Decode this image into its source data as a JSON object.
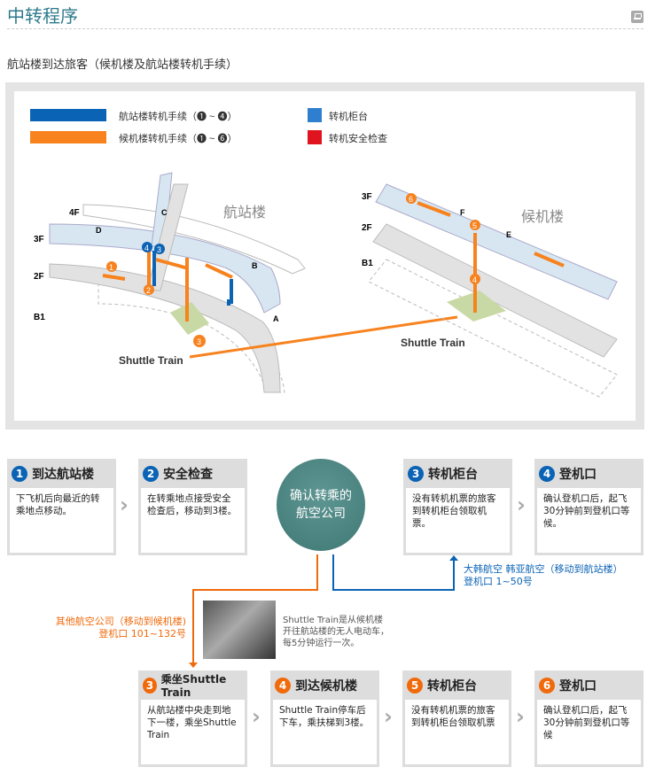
{
  "header": {
    "title": "中转程序",
    "print_icon": "print-icon"
  },
  "subtitle": "航站楼到达旅客（候机楼及航站楼转机手续）",
  "legend": {
    "blue_label": "航站楼转机手续（❶ ~ ❹）",
    "orange_label": "候机楼转机手续（❶ ~ ❻）",
    "counter_label": "转机柜台",
    "security_label": "转机安全检查",
    "colors": {
      "blue": "#0b63b5",
      "orange": "#f7821e",
      "security": "#e0141e"
    }
  },
  "map": {
    "terminal_label": "航站楼",
    "concourse_label": "候机楼",
    "floors_left": [
      "4F",
      "3F",
      "2F",
      "B1"
    ],
    "floors_right": [
      "3F",
      "2F",
      "B1"
    ],
    "gates_left": [
      "A",
      "B",
      "C",
      "D"
    ],
    "gates_right": [
      "E",
      "F"
    ],
    "shuttle_left": "Shuttle Train",
    "shuttle_right": "Shuttle Train",
    "markers": [
      "1",
      "2",
      "3",
      "4",
      "3",
      "4",
      "5",
      "6"
    ]
  },
  "center": {
    "label": "确认转乘的航空公司"
  },
  "blue_route": {
    "line1": "大韩航空 韩亚航空（移动到航站楼）",
    "line2": "登机口 1~50号"
  },
  "orange_route": {
    "line1": "其他航空公司（移动到候机楼)",
    "line2": "登机口 101~132号"
  },
  "shuttle_info": {
    "line1": "Shuttle Train是从候机楼",
    "line2": "开往航站楼的无人电动车，",
    "line3": "每5分钟运行一次。"
  },
  "top_steps": [
    {
      "num": "1",
      "title": "到达航站楼",
      "body": "下飞机后向最近的转乘地点移动。"
    },
    {
      "num": "2",
      "title": "安全检查",
      "body": "在转乘地点接受安全检查后，移动到3楼。"
    },
    {
      "num": "3",
      "title": "转机柜台",
      "body": "没有转机机票的旅客到转机柜台领取机票。"
    },
    {
      "num": "4",
      "title": "登机口",
      "body": "确认登机口后，起飞30分钟前到登机口等候。"
    }
  ],
  "bottom_steps": [
    {
      "num": "3",
      "title": "乘坐Shuttle Train",
      "body": "从航站楼中央走到地下一楼，乘坐Shuttle Train"
    },
    {
      "num": "4",
      "title": "到达候机楼",
      "body": "Shuttle Train停车后下车，乘扶梯到3楼。"
    },
    {
      "num": "5",
      "title": "转机柜台",
      "body": "没有转机机票的旅客到转机柜台领取机票"
    },
    {
      "num": "6",
      "title": "登机口",
      "body": "确认登机口后，起飞30分钟前到登机口等候"
    }
  ]
}
